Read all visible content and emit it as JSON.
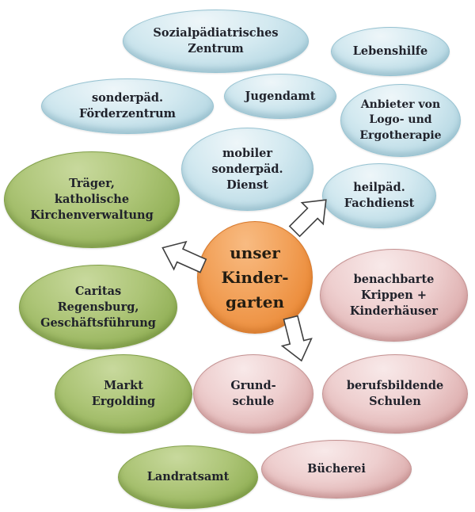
{
  "colors": {
    "blue": "#cde5ee",
    "green": "#abc473",
    "orange": "#f0994c",
    "pink": "#edcccc",
    "text": "#20222b",
    "arrow_fill": "#ffffff",
    "arrow_outline": "#3f3f3f"
  },
  "center_node": {
    "label": "unser\nKinder-\ngarten"
  },
  "nodes": [
    {
      "id": "sozialpaediatrisches-zentrum",
      "label": "Sozialpädiatrisches\nZentrum",
      "category": "blue"
    },
    {
      "id": "lebenshilfe",
      "label": "Lebenshilfe",
      "category": "blue"
    },
    {
      "id": "jugendamt",
      "label": "Jugendamt",
      "category": "blue"
    },
    {
      "id": "sonderpaed-foerderzentrum",
      "label": "sonderpäd.\nFörderzentrum",
      "category": "blue"
    },
    {
      "id": "anbieter-logo-ergotherapie",
      "label": "Anbieter von\nLogo- und\nErgotherapie",
      "category": "blue"
    },
    {
      "id": "mobiler-sonderpaed-dienst",
      "label": "mobiler\nsonderpäd.\nDienst",
      "category": "blue"
    },
    {
      "id": "heilpaed-fachdienst",
      "label": "heilpäd.\nFachdienst",
      "category": "blue"
    },
    {
      "id": "traeger-katholische-kirchenverwaltung",
      "label": "Träger,\nkatholische\nKirchenverwaltung",
      "category": "green"
    },
    {
      "id": "benachbarte-krippen-kinderhaeuser",
      "label": "benachbarte\nKrippen +\nKinderhäuser",
      "category": "pink"
    },
    {
      "id": "caritas-regensburg-geschaeftsfuehrung",
      "label": "Caritas\nRegensburg,\nGeschäftsführung",
      "category": "green"
    },
    {
      "id": "markt-ergolding",
      "label": "Markt\nErgolding",
      "category": "green"
    },
    {
      "id": "grundschule",
      "label": "Grund-\nschule",
      "category": "pink"
    },
    {
      "id": "berufsbildende-schulen",
      "label": "berufsbildende\nSchulen",
      "category": "pink"
    },
    {
      "id": "landratsamt",
      "label": "Landratsamt",
      "category": "green"
    },
    {
      "id": "buecherei",
      "label": "Bücherei",
      "category": "pink"
    }
  ],
  "arrows": [
    {
      "name": "arrow-up-right",
      "direction": "up-right"
    },
    {
      "name": "arrow-left",
      "direction": "left"
    },
    {
      "name": "arrow-down",
      "direction": "down"
    }
  ]
}
